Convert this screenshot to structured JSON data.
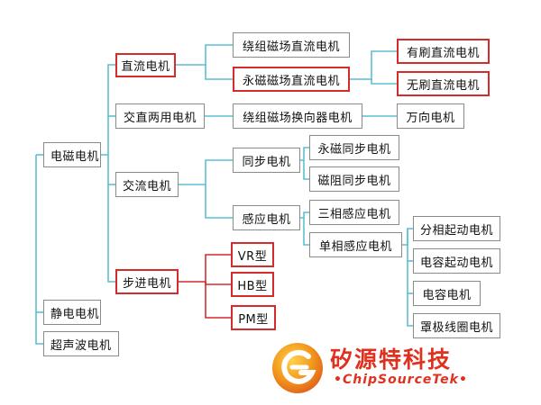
{
  "nodes": {
    "electromagnetic": "电磁电机",
    "electrostatic": "静电电机",
    "ultrasonic": "超声波电机",
    "dc": "直流电机",
    "universal": "交直两用电机",
    "ac": "交流电机",
    "stepper": "步进电机",
    "wound_field_dc": "绕组磁场直流电机",
    "pm_dc": "永磁磁场直流电机",
    "brushed_dc": "有刷直流电机",
    "brushless_dc": "无刷直流电机",
    "wound_commutator": "绕组磁场换向器电机",
    "universal_motor": "万向电机",
    "synchronous": "同步电机",
    "pm_sync": "永磁同步电机",
    "reluctance_sync": "磁阻同步电机",
    "induction": "感应电机",
    "three_phase": "三相感应电机",
    "single_phase": "单相感应电机",
    "split_phase": "分相起动电机",
    "cap_start": "电容起动电机",
    "capacitor": "电容电机",
    "shaded_pole": "罩极线圈电机",
    "vr": "VR型",
    "hb": "HB型",
    "pm": "PM型"
  },
  "logo": {
    "chinese": "矽源特科技",
    "english": "ChipSourceTek"
  },
  "colors": {
    "line": "#5bbfd3",
    "box_border": "#8a8a8a",
    "highlight_border": "#d42c2c",
    "brand": "#e0301e"
  }
}
